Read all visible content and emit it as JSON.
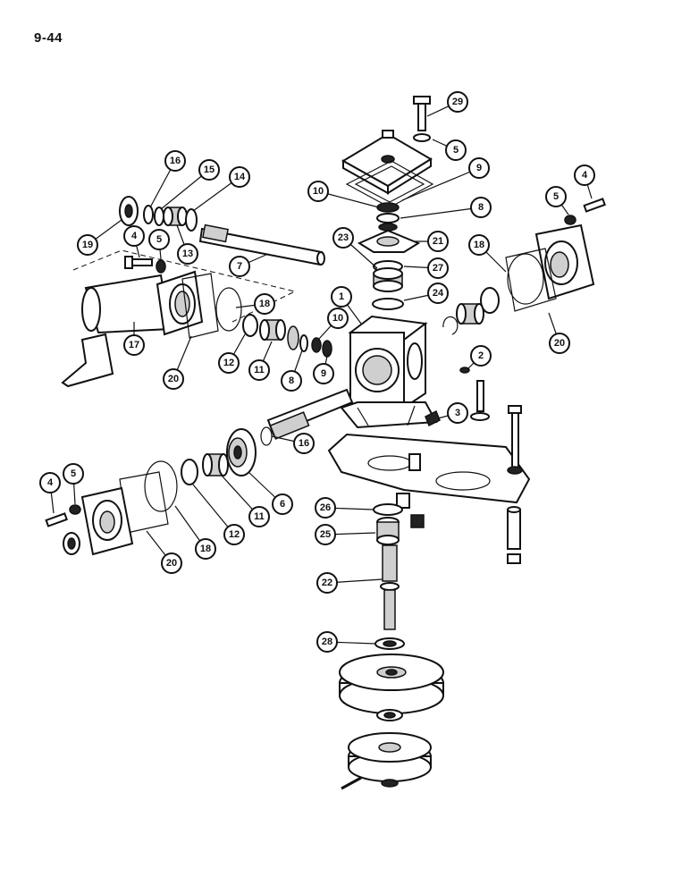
{
  "page_label": "9-44",
  "callouts": [
    {
      "id": "c29",
      "label": "29"
    },
    {
      "id": "c5a",
      "label": "5"
    },
    {
      "id": "c9a",
      "label": "9"
    },
    {
      "id": "c10a",
      "label": "10"
    },
    {
      "id": "c8a",
      "label": "8"
    },
    {
      "id": "c4a",
      "label": "4"
    },
    {
      "id": "c5b",
      "label": "5"
    },
    {
      "id": "c16a",
      "label": "16"
    },
    {
      "id": "c15",
      "label": "15"
    },
    {
      "id": "c14",
      "label": "14"
    },
    {
      "id": "c19",
      "label": "19"
    },
    {
      "id": "c4b",
      "label": "4"
    },
    {
      "id": "c5c",
      "label": "5"
    },
    {
      "id": "c13",
      "label": "13"
    },
    {
      "id": "c7",
      "label": "7"
    },
    {
      "id": "c23",
      "label": "23"
    },
    {
      "id": "c21",
      "label": "21"
    },
    {
      "id": "c27",
      "label": "27"
    },
    {
      "id": "c18a",
      "label": "18"
    },
    {
      "id": "c24",
      "label": "24"
    },
    {
      "id": "c1",
      "label": "1"
    },
    {
      "id": "c18b",
      "label": "18"
    },
    {
      "id": "c10b",
      "label": "10"
    },
    {
      "id": "c20a",
      "label": "20"
    },
    {
      "id": "c17",
      "label": "17"
    },
    {
      "id": "c2",
      "label": "2"
    },
    {
      "id": "c20b",
      "label": "20"
    },
    {
      "id": "c12a",
      "label": "12"
    },
    {
      "id": "c11a",
      "label": "11"
    },
    {
      "id": "c8b",
      "label": "8"
    },
    {
      "id": "c9b",
      "label": "9"
    },
    {
      "id": "c3",
      "label": "3"
    },
    {
      "id": "c16b",
      "label": "16"
    },
    {
      "id": "c4c",
      "label": "4"
    },
    {
      "id": "c5d",
      "label": "5"
    },
    {
      "id": "c6",
      "label": "6"
    },
    {
      "id": "c11b",
      "label": "11"
    },
    {
      "id": "c12b",
      "label": "12"
    },
    {
      "id": "c18c",
      "label": "18"
    },
    {
      "id": "c20c",
      "label": "20"
    },
    {
      "id": "c26",
      "label": "26"
    },
    {
      "id": "c25",
      "label": "25"
    },
    {
      "id": "c22",
      "label": "22"
    },
    {
      "id": "c28",
      "label": "28"
    }
  ]
}
